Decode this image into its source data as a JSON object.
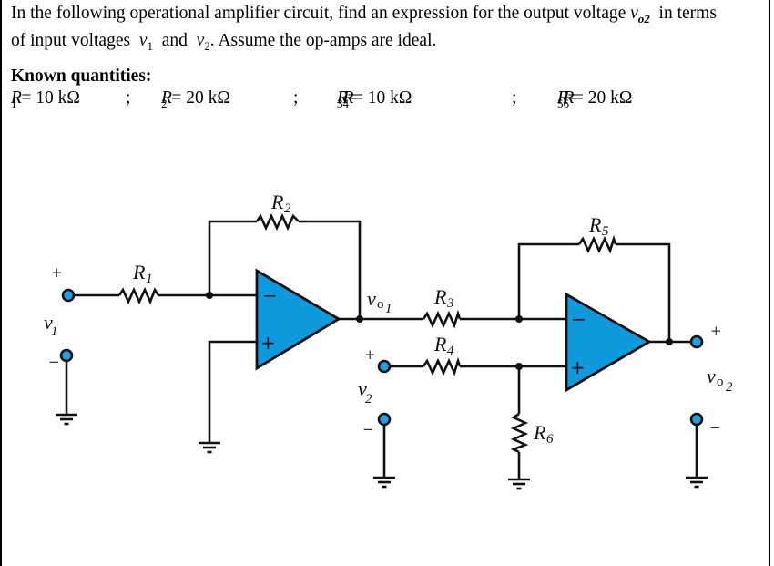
{
  "problem": {
    "line1_prefix": "In the following operational amplifier circuit, find an expression for the output voltage ",
    "line1_var": "v",
    "line1_var_sub": "o2",
    "line1_suffix": "  in terms",
    "line2_prefix": "of input voltages  ",
    "line2_var1": "v",
    "line2_var1_sub": "1",
    "line2_mid": "  and  ",
    "line2_var2": "v",
    "line2_var2_sub": "2",
    "line2_suffix": ". Assume the op-amps are ideal."
  },
  "known": {
    "title": "Known quantities:",
    "items": [
      {
        "sym": "R",
        "sub": "1",
        "text": " = 10 kΩ"
      },
      {
        "sym": "R",
        "sub": "2",
        "text": " = 20 kΩ"
      },
      {
        "sym": "R",
        "sub": "3",
        "text": " = ",
        "sym2": "R",
        "sub2": "4",
        "text2": " = 10 kΩ"
      },
      {
        "sym": "R",
        "sub": "5",
        "text": " = ",
        "sym2": "R",
        "sub2": "6",
        "text2": " = 20 kΩ"
      }
    ],
    "separator": ";"
  },
  "circuit": {
    "labels": {
      "R1": {
        "main": "R",
        "sub": "1"
      },
      "R2": {
        "main": "R",
        "sub": "2"
      },
      "R3": {
        "main": "R",
        "sub": "3"
      },
      "R4": {
        "main": "R",
        "sub": "4"
      },
      "R5": {
        "main": "R",
        "sub": "5"
      },
      "R6": {
        "main": "R",
        "sub": "6"
      },
      "v1": {
        "main": "v",
        "sub": "1"
      },
      "v2": {
        "main": "v",
        "sub": "2"
      },
      "vo1": {
        "main": "v",
        "sub": "o",
        "sub2": "1"
      },
      "vo2": {
        "main": "v",
        "sub": "o",
        "sub2": "2"
      }
    },
    "plus": "+",
    "minus": "−",
    "opamp_fill_color": "#0f9ade",
    "terminal_fill_color": "#1ea0e6"
  }
}
